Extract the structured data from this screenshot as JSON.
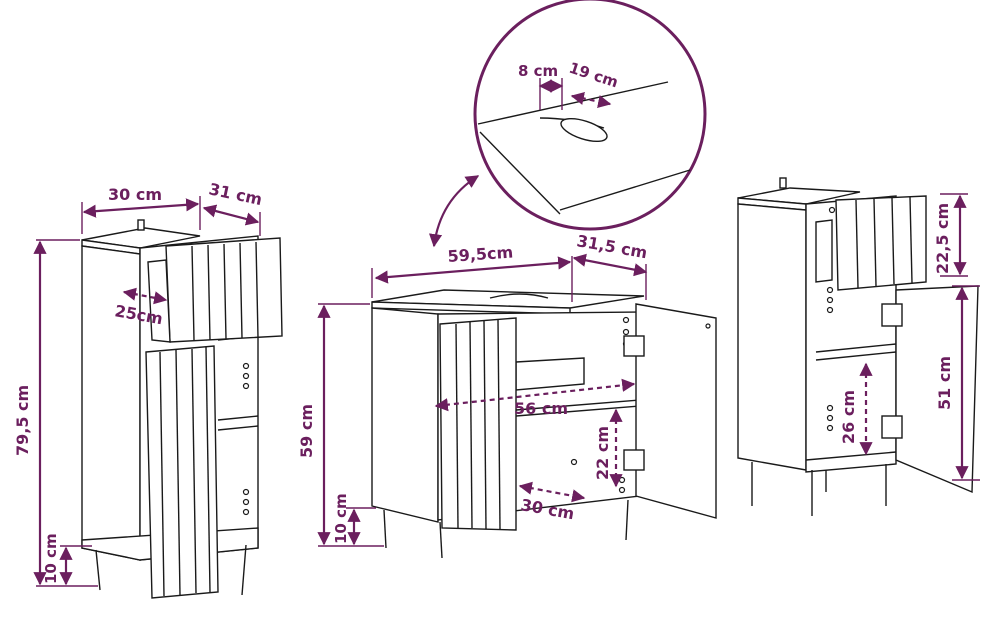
{
  "colors": {
    "dimension": "#6b1f5e",
    "outline": "#1a1a1a",
    "background": "#ffffff"
  },
  "left_cabinet": {
    "width": "30 cm",
    "depth": "31 cm",
    "shelf_depth": "25cm",
    "height": "79,5 cm",
    "leg_height": "10 cm"
  },
  "middle_cabinet": {
    "width": "59,5cm",
    "depth": "31,5 cm",
    "inner_width": "56 cm",
    "height": "59 cm",
    "leg_height": "10 cm",
    "shelf_height": "22 cm",
    "shelf_depth": "30 cm"
  },
  "detail": {
    "cutout_width": "8 cm",
    "cutout_depth": "19 cm"
  },
  "right_cabinet": {
    "drawer_height": "22,5 cm",
    "door_height": "51 cm",
    "shelf_height": "26 cm"
  }
}
